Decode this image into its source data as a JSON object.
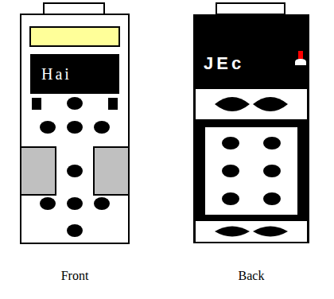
{
  "diagram": {
    "nodes": [
      {
        "text": [
          "Front"
        ]
      },
      {
        "text": [
          "Hai"
        ],
        "in": 0
      },
      {
        "text": [
          "JEc",
          "Back"
        ]
      }
    ]
  }
}
